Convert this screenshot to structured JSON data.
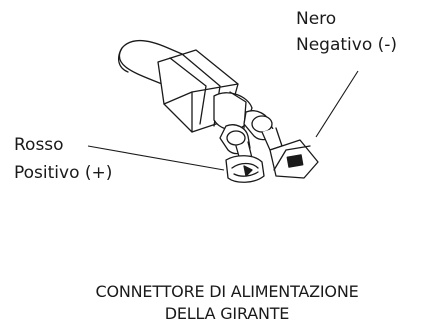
{
  "labels": {
    "black_wire": {
      "color_name": "Nero",
      "polarity": "Negativo (-)"
    },
    "red_wire": {
      "color_name": "Rosso",
      "polarity": "Positivo (+)"
    }
  },
  "caption": {
    "line1": "CONNETTORE DI ALIMENTAZIONE",
    "line2": "DELLA GIRANTE"
  }
}
